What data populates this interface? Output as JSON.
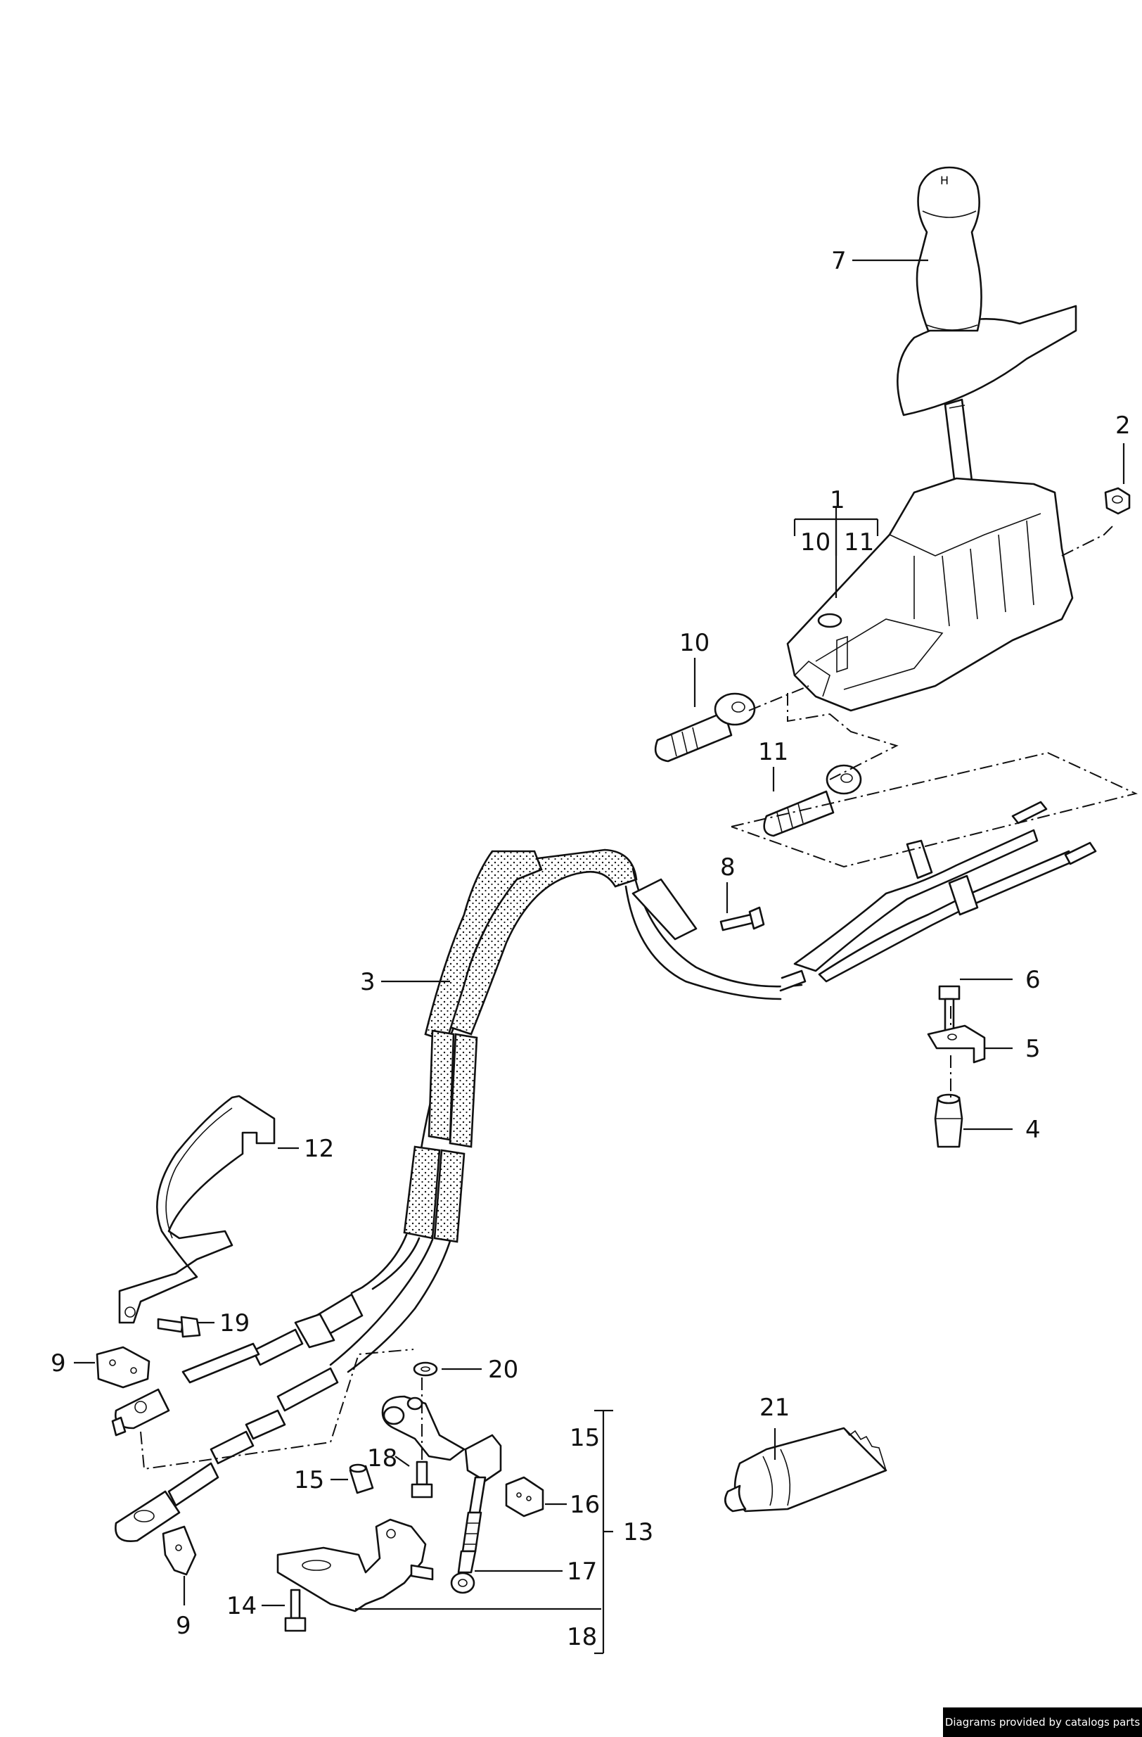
{
  "diagram": {
    "callouts": {
      "c1": "1",
      "c10a": "10",
      "c11a": "11",
      "c2": "2",
      "c7": "7",
      "c10": "10",
      "c11": "11",
      "c8": "8",
      "c3": "3",
      "c6": "6",
      "c5": "5",
      "c4": "4",
      "c12": "12",
      "c19": "19",
      "c9a": "9",
      "c20": "20",
      "c21": "21",
      "c15a": "15",
      "c18a": "18",
      "c15": "15",
      "c16": "16",
      "c13": "13",
      "c17": "17",
      "c14": "14",
      "c9b": "9",
      "c18b": "18"
    }
  },
  "footer": {
    "credit": "Diagrams provided by catalogs parts"
  }
}
